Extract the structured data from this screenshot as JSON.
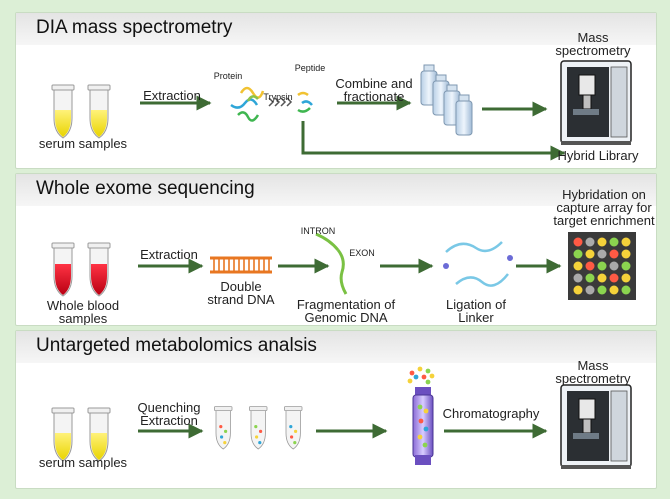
{
  "panels": [
    {
      "title": "DIA mass spectrometry",
      "labels": {
        "samples": "serum samples",
        "extraction": "Extraction",
        "protein": "Protein",
        "trypsin": "Trypsin",
        "peptide": "Peptide",
        "combine": "Combine and fractionate",
        "mass_spec": "Mass spectrometry",
        "hybrid": "Hybrid Library"
      }
    },
    {
      "title": "Whole exome sequencing",
      "labels": {
        "samples": "Whole blood samples",
        "extraction": "Extraction",
        "dna": "Double strand DNA",
        "intron": "INTRON",
        "exon": "EXON",
        "fragmentation": "Fragmentation of Genomic DNA",
        "ligation": "Ligation of Linker",
        "hybridation": "Hybridation on capture array for target enrichment"
      }
    },
    {
      "title": "Untargeted metabolomics analsis",
      "labels": {
        "samples": "serum samples",
        "quench": "Quenching Extraction",
        "chromatography": "Chromatography",
        "mass_spec": "Mass spectrometry"
      }
    }
  ],
  "colors": {
    "background": "#dcefd6",
    "arrow": "#3e6b34",
    "serum": "#f2e200",
    "blood": "#d6001c",
    "dna": "#e87722"
  },
  "icons": [
    "tube-icon",
    "protein-icon",
    "peptide-icon",
    "vial-icon",
    "mass-spectrometer-icon",
    "dna-ladder-icon",
    "exon-strand-icon",
    "linker-strand-icon",
    "capture-array-icon",
    "chromatography-column-icon"
  ]
}
